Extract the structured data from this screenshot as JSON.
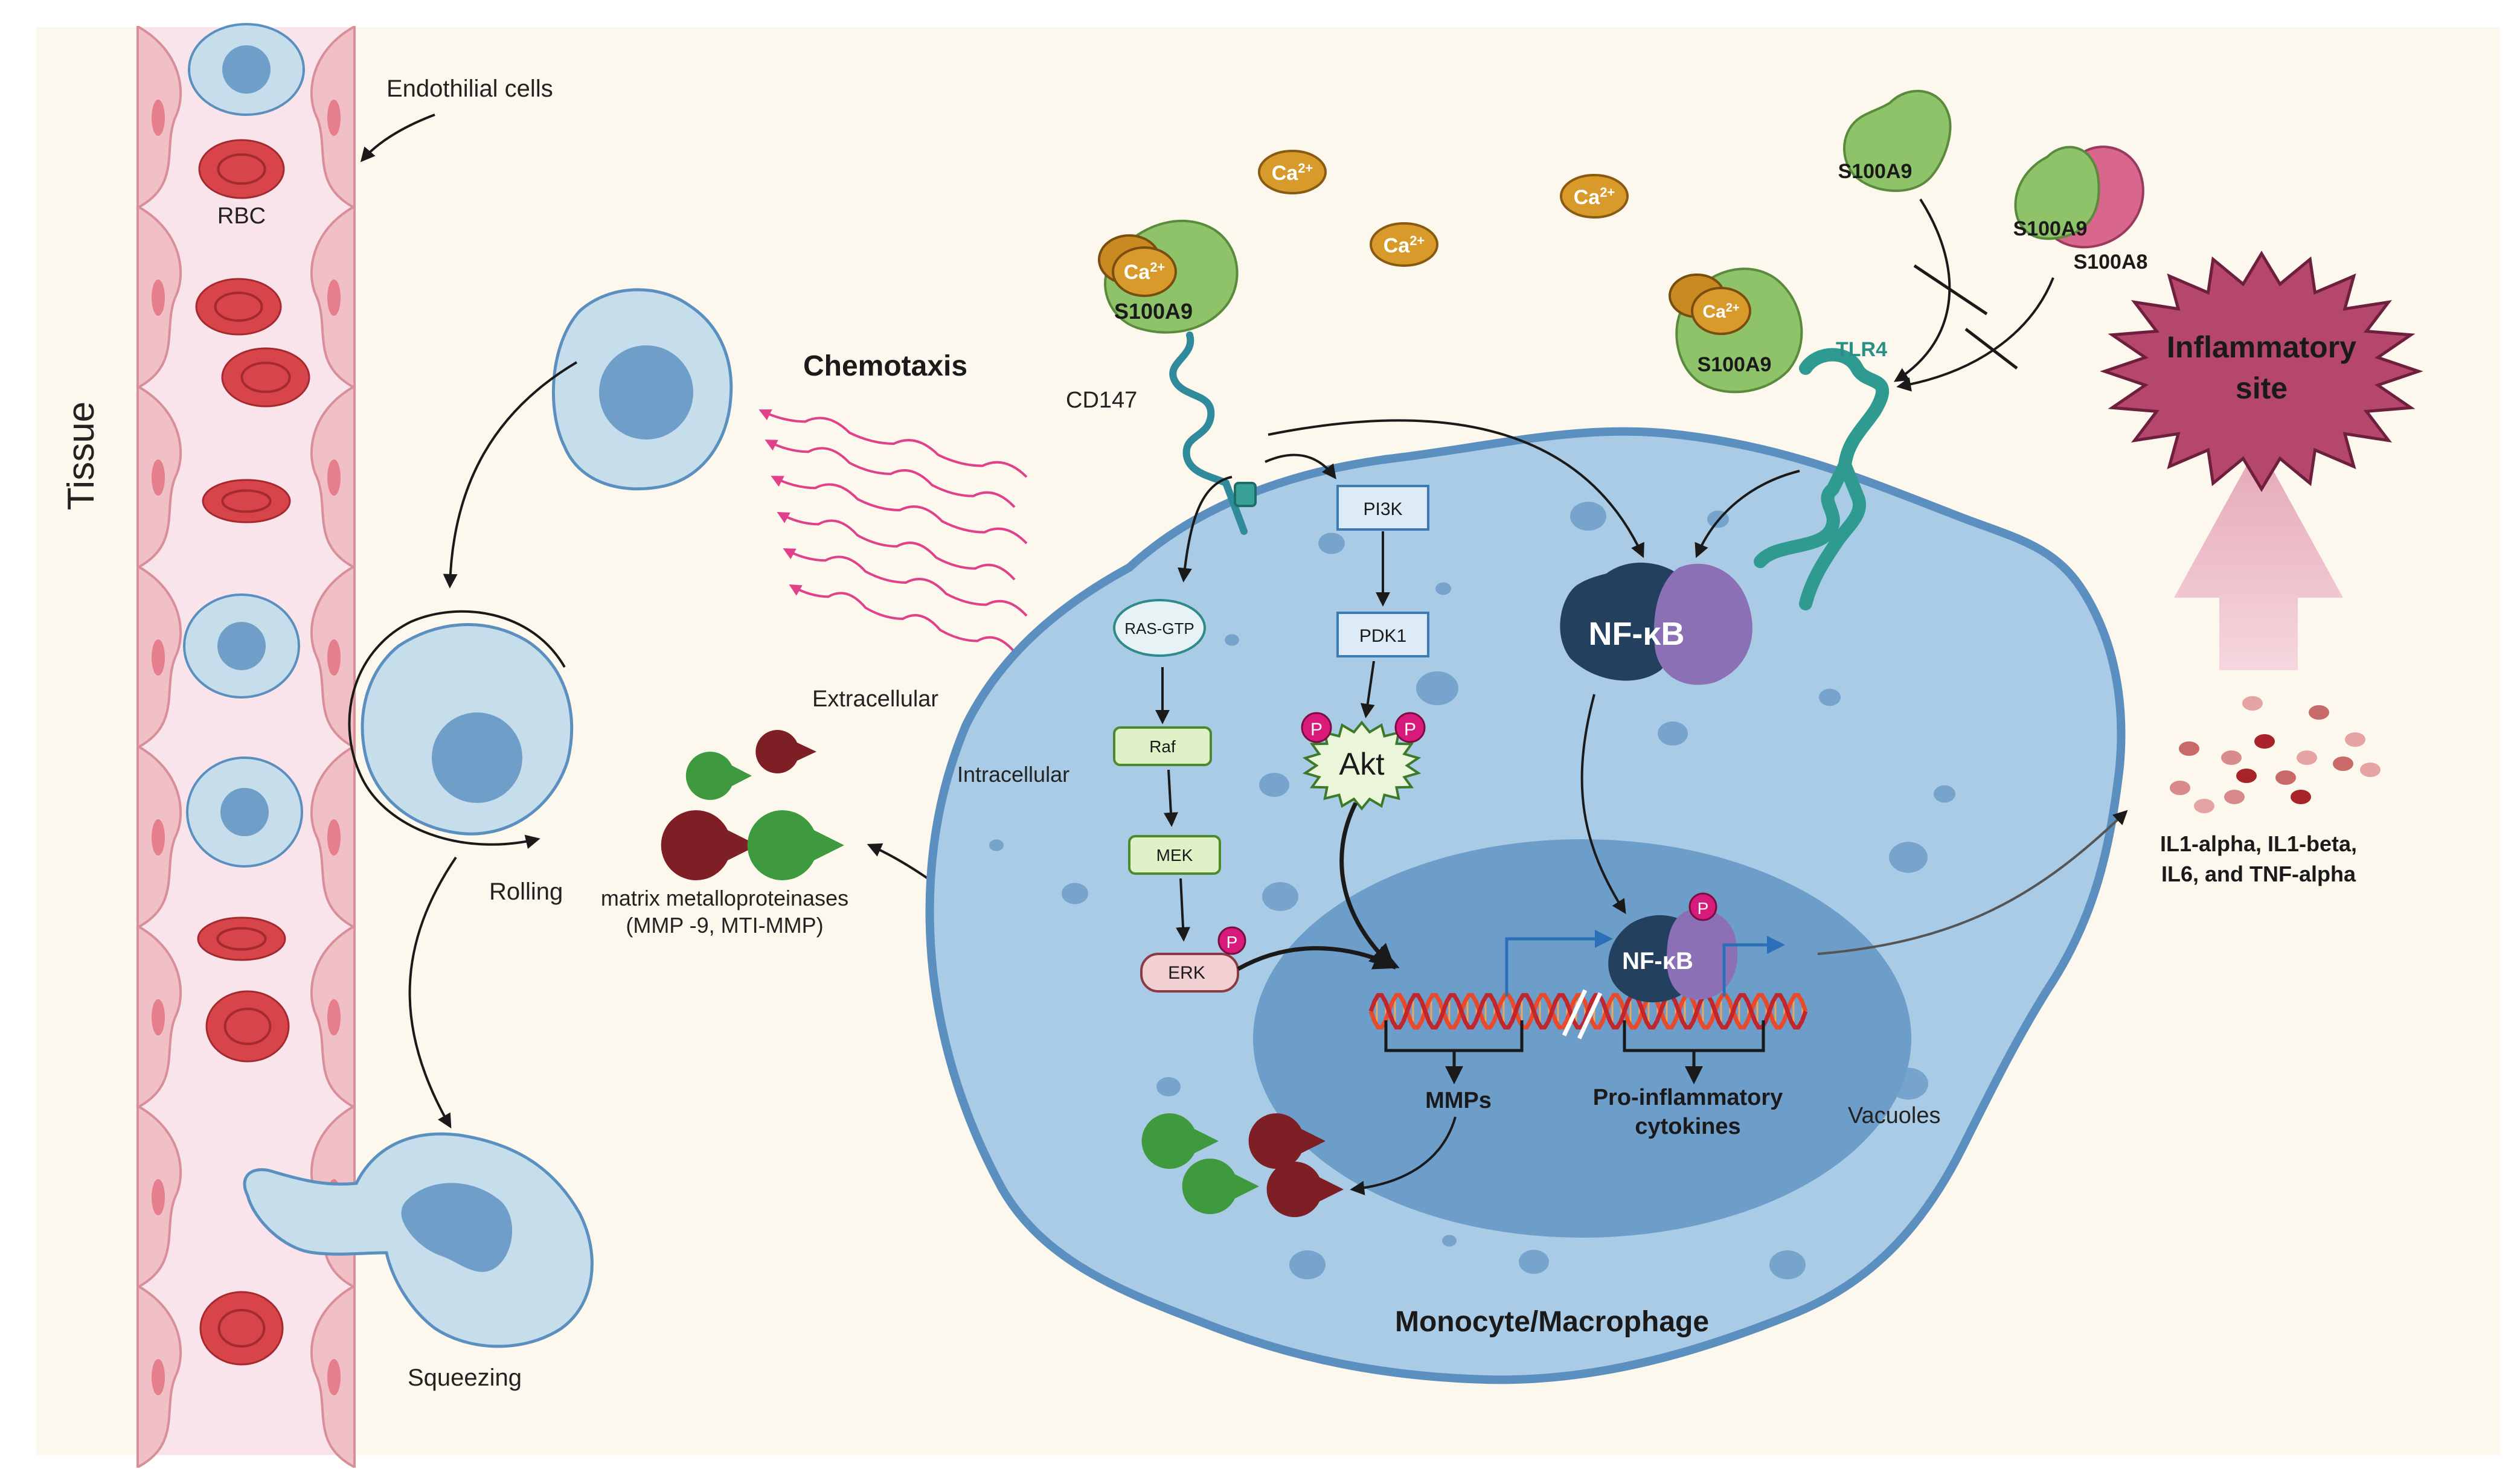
{
  "labels": {
    "tissue": "Tissue",
    "endothelial": "Endothilial cells",
    "rbc": "RBC",
    "chemotaxis": "Chemotaxis",
    "rolling": "Rolling",
    "squeezing": "Squeezing",
    "extracellular": "Extracellular",
    "intracellular": "Intracellular",
    "mmp_line1": "matrix metalloproteinases",
    "mmp_line2": "(MMP -9, MTI-MMP)",
    "cd147": "CD147",
    "tlr4": "TLR4",
    "s100a9": "S100A9",
    "s100a8": "S100A8",
    "ca": "Ca",
    "ca_sup": "2+",
    "pi3k": "PI3K",
    "pdk1": "PDK1",
    "akt": "Akt",
    "p": "P",
    "ras": "RAS-GTP",
    "raf": "Raf",
    "mek": "MEK",
    "erk": "ERK",
    "nfkb": "NF-κB",
    "mmps": "MMPs",
    "proinf1": "Pro-inflammatory",
    "proinf2": "cytokines",
    "vacuoles": "Vacuoles",
    "monocyte": "Monocyte/Macrophage",
    "inflam1": "Inflammatory",
    "inflam2": "site",
    "cyto1": "IL1-alpha, IL1-beta,",
    "cyto2": "IL6, and TNF-alpha"
  },
  "colors": {
    "background": "#fcf8ee",
    "vessel_lumen": "#f9e4ec",
    "endothelial": "#f0c0c6",
    "rbc": "#d7444a",
    "cell_fill": "#c6ddec",
    "cell_edge": "#5b8fbf",
    "nucleus": "#6f9fc8",
    "macrophage": "#a9cbe5",
    "macrophage_nucleus": "#6d9dc9",
    "s100a9": "#8ec36a",
    "s100a8": "#d9668d",
    "calcium": "#d89a2a",
    "phospho": "#d81b7a",
    "nfkb_dark": "#24405f",
    "nfkb_light": "#8c70b5",
    "tlr4": "#3aa198",
    "mmp_green": "#3f9a3f",
    "mmp_red": "#7e1f25",
    "inflam": "#b5476d",
    "chemotaxis": "#e0418a"
  }
}
